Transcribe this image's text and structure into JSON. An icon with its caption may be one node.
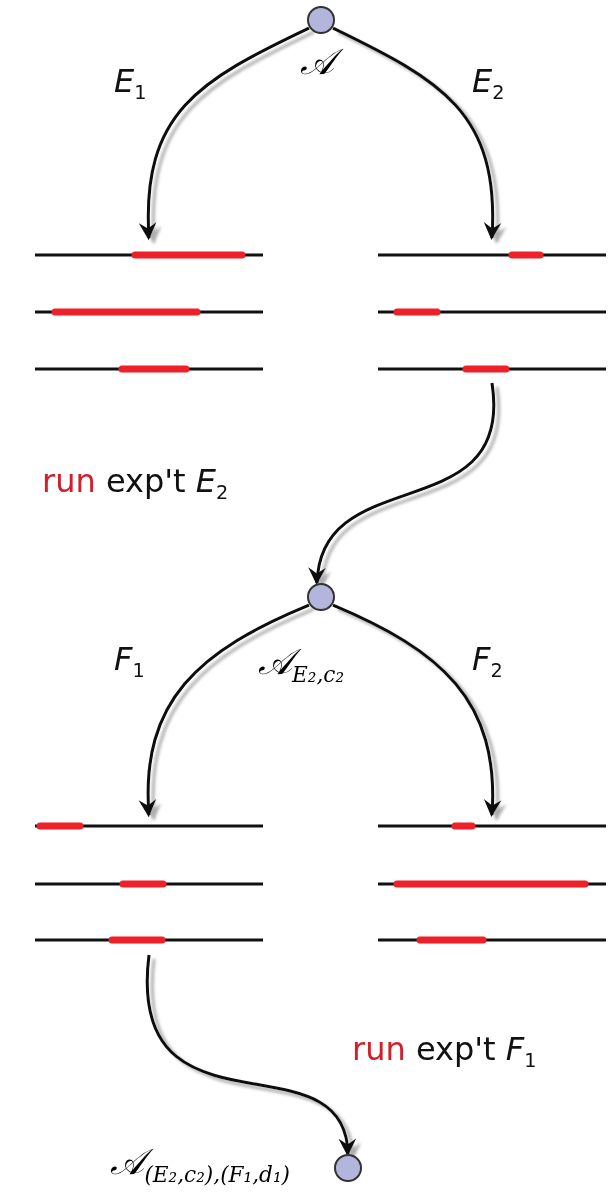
{
  "diagram": {
    "nodes": [
      {
        "text": [],
        "shape": "circle",
        "beside": [
          "𝒜"
        ]
      },
      {
        "text": [],
        "shape": "picture"
      },
      {
        "text": [],
        "shape": "picture"
      },
      {
        "text": [],
        "shape": "circle",
        "beside": [
          "𝒜$_{E₂,c₂}$"
        ]
      },
      {
        "text": [],
        "shape": "picture"
      },
      {
        "text": [],
        "shape": "picture"
      },
      {
        "text": [],
        "shape": "circle",
        "beside": [
          "𝒜$_{(E₂,c₂),(F₁,d₁)}$"
        ]
      }
    ],
    "edges": [
      {
        "from": 0,
        "to": 1,
        "arrow": "to",
        "label": "*E*$_{1}$"
      },
      {
        "from": 0,
        "to": 2,
        "arrow": "to",
        "label": "*E*$_{2}$"
      },
      {
        "from": 2,
        "to": 3,
        "arrow": "to",
        "label": "run exp't *E*$_{2}$"
      },
      {
        "from": 3,
        "to": 4,
        "arrow": "to",
        "label": "*F*$_{1}$"
      },
      {
        "from": 3,
        "to": 5,
        "arrow": "to",
        "label": "*F*$_{2}$"
      },
      {
        "from": 4,
        "to": 6,
        "arrow": "to",
        "label": "run exp't *F*$_{1}$"
      }
    ]
  }
}
